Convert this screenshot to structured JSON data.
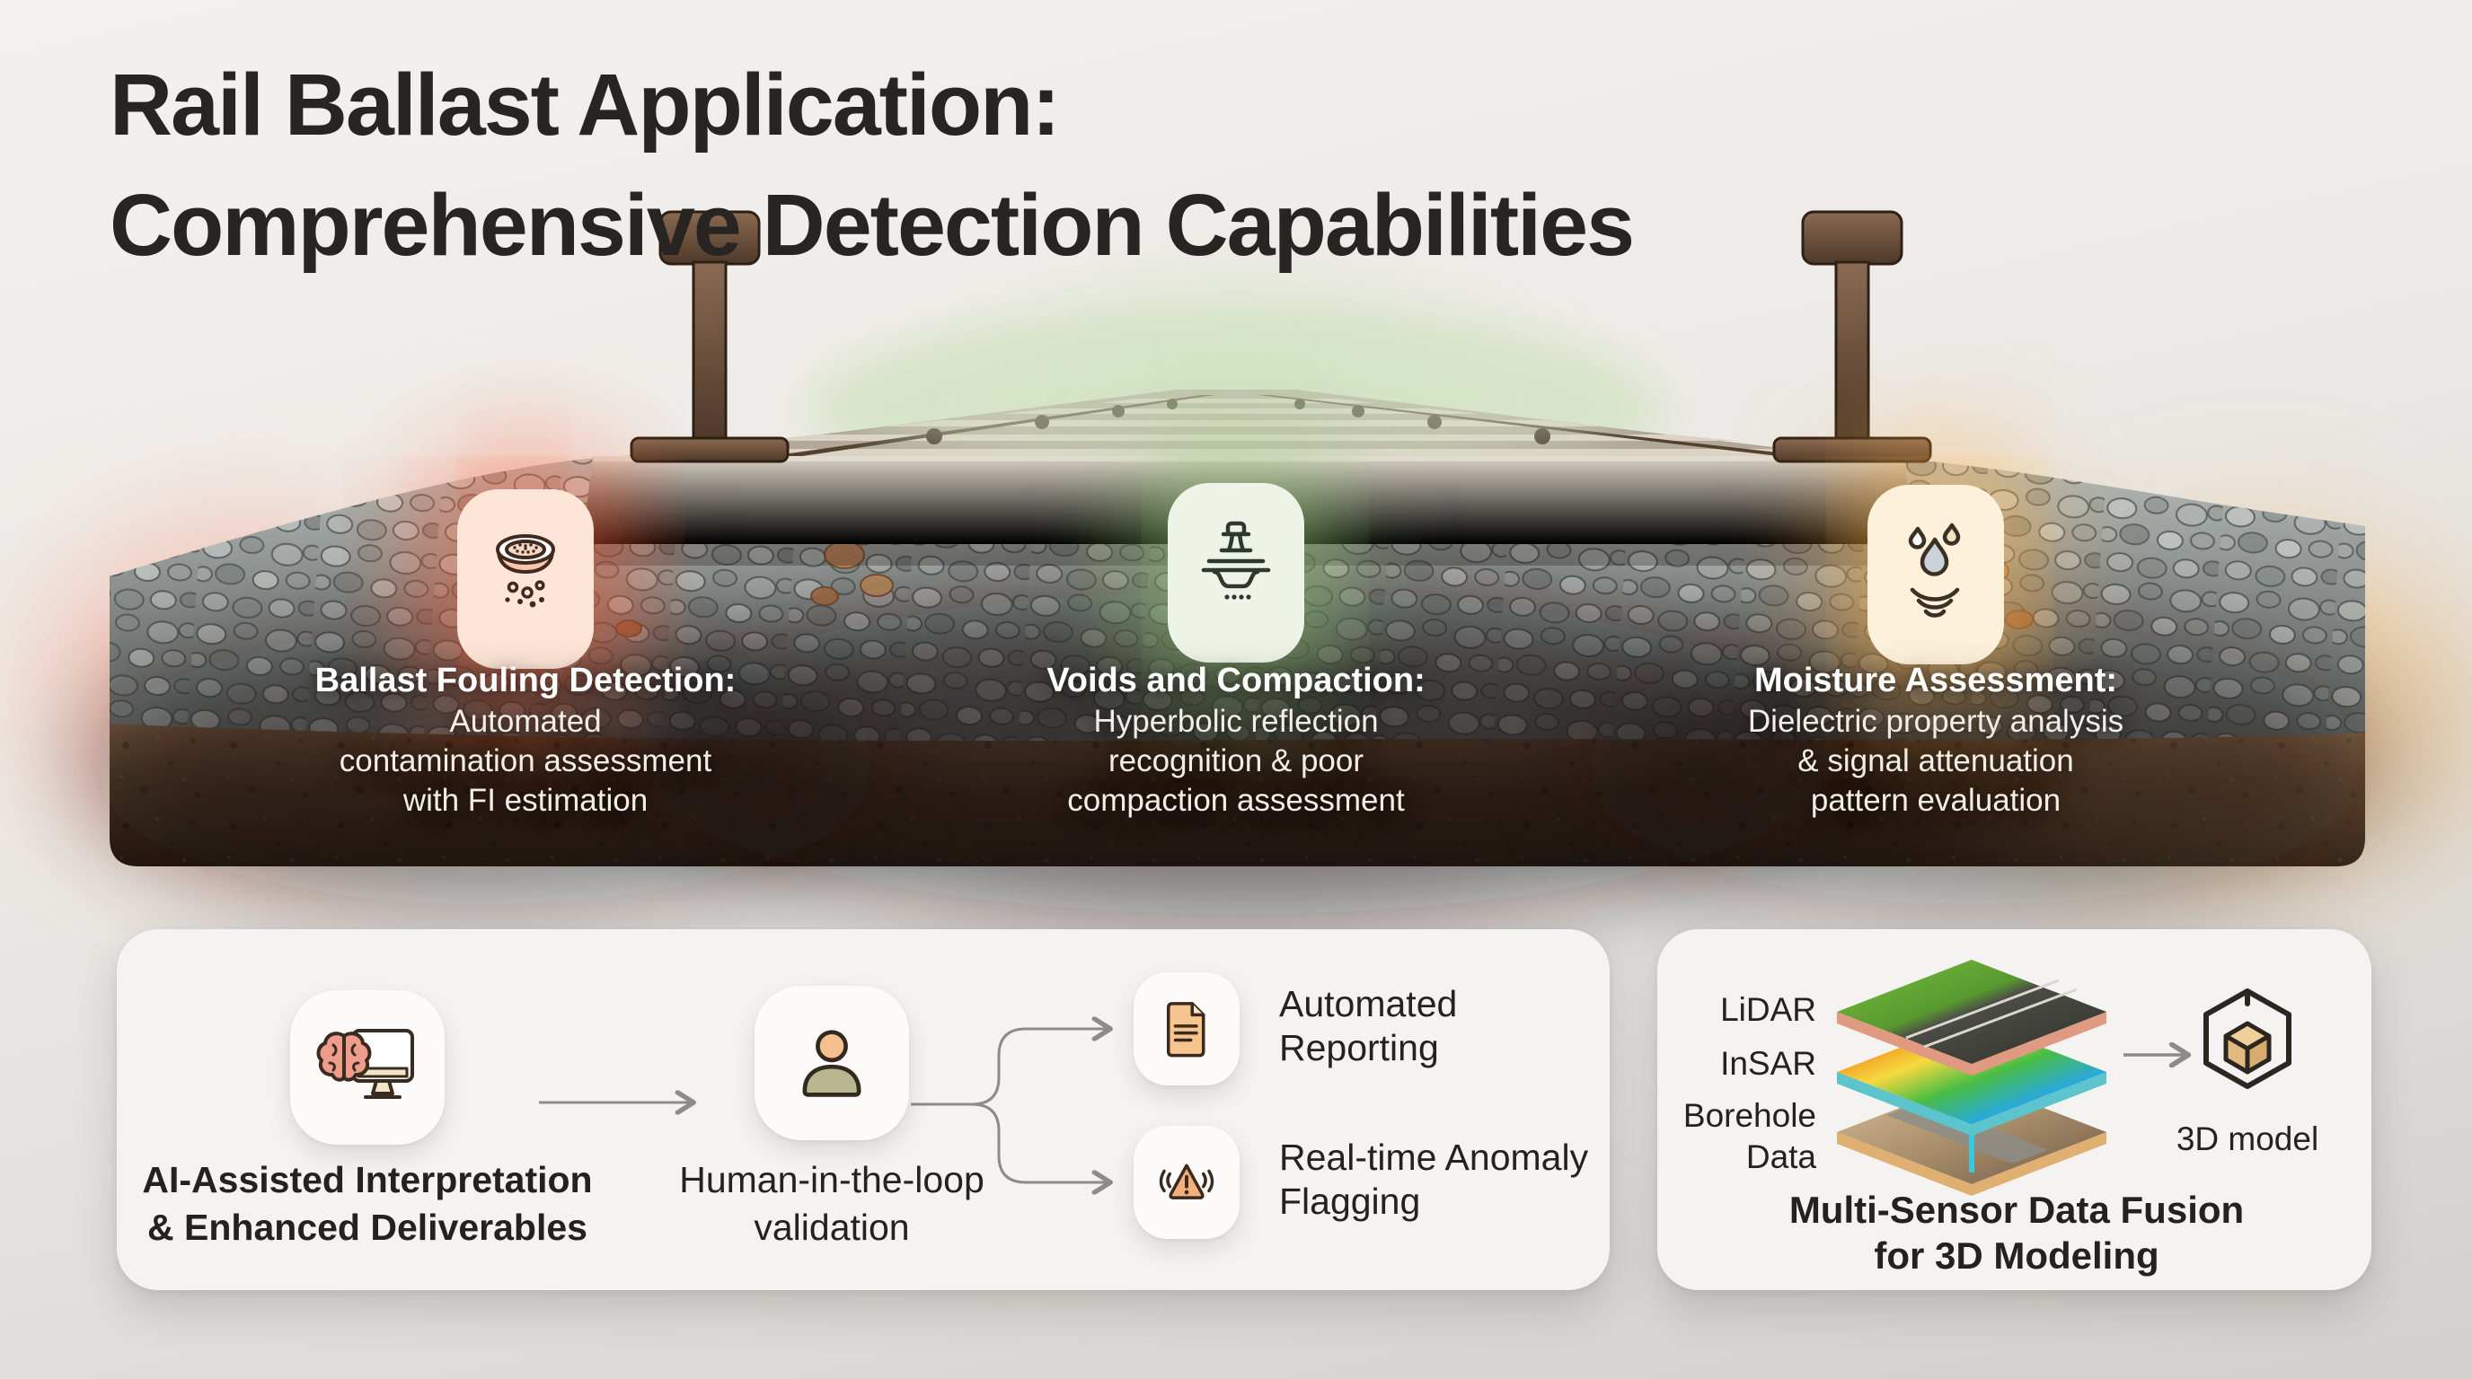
{
  "title": {
    "line1": "Rail Ballast Application:",
    "line2": "Comprehensive Detection Capabilities"
  },
  "hero": {
    "callouts": [
      {
        "icon": "sieve-icon",
        "heading": "Ballast Fouling Detection:",
        "line1": "Automated",
        "line2": "contamination assessment",
        "line3": "with FI estimation",
        "accent": "#ff6038",
        "card_bg": "#fde5d8"
      },
      {
        "icon": "rail-void-icon",
        "heading": "Voids and Compaction:",
        "line1": "Hyperbolic reflection",
        "line2": "recognition & poor",
        "line3": "compaction assessment",
        "accent": "#92c874",
        "card_bg": "#edf3e6"
      },
      {
        "icon": "moisture-droplets-icon",
        "heading": "Moisture Assessment:",
        "line1": "Dielectric property analysis",
        "line2": "& signal attenuation",
        "line3": "pattern evaluation",
        "accent": "#ffb048",
        "card_bg": "#fdf1db"
      }
    ]
  },
  "workflow": {
    "step1": {
      "icon": "brain-monitor-icon",
      "line1": "AI-Assisted Interpretation",
      "line2": "& Enhanced Deliverables"
    },
    "step2": {
      "icon": "person-icon",
      "line1": "Human-in-the-loop",
      "line2": "validation"
    },
    "output1": {
      "icon": "document-icon",
      "line1": "Automated",
      "line2": "Reporting"
    },
    "output2": {
      "icon": "alert-signal-icon",
      "line1": "Real-time Anomaly",
      "line2": "Flagging"
    }
  },
  "fusion": {
    "layer1": "LiDAR",
    "layer2": "InSAR",
    "layer3a": "Borehole",
    "layer3b": "Data",
    "result": "3D model",
    "caption1": "Multi-Sensor Data Fusion",
    "caption2": "for 3D Modeling"
  },
  "colors": {
    "accent_red": "#ff6038",
    "accent_green": "#92c874",
    "accent_amber": "#ffb048",
    "panel_bg": "#f4f3f1",
    "text_dark": "#24211e",
    "text_light": "#ffffff"
  }
}
